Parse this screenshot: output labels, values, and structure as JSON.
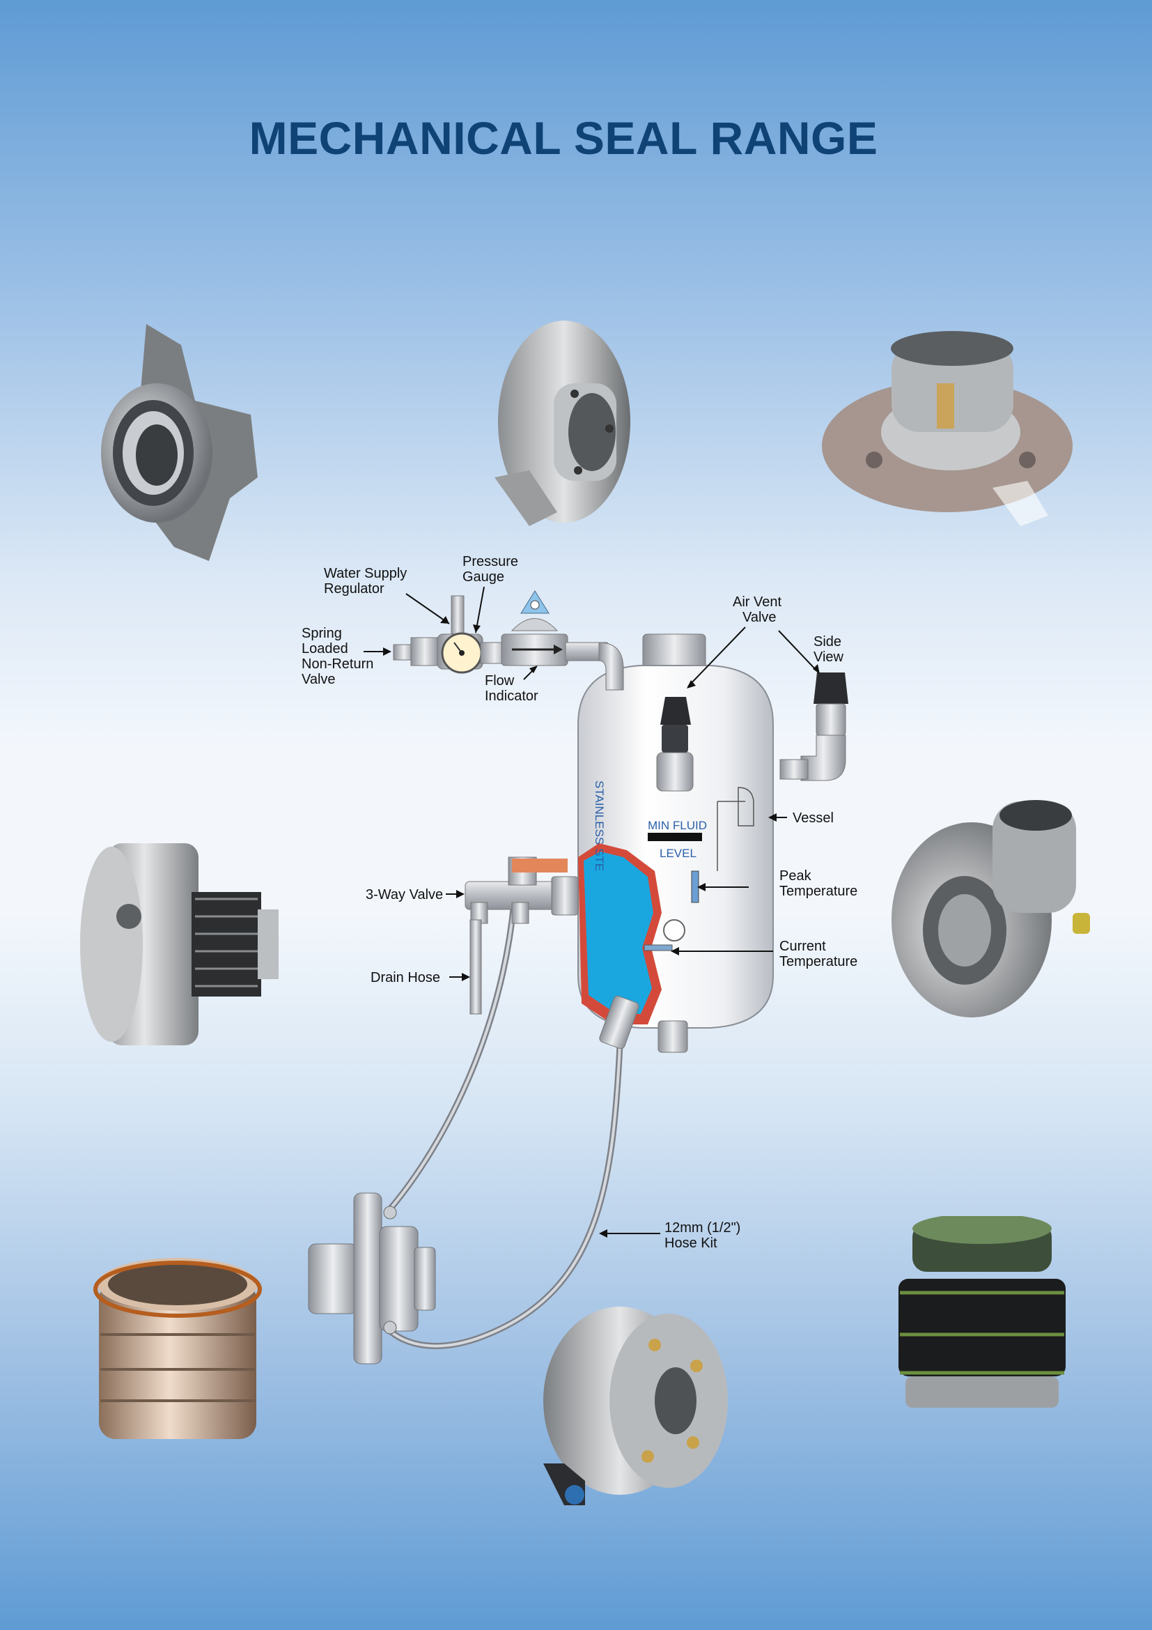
{
  "page": {
    "title": "MECHANICAL SEAL RANGE"
  },
  "diagram": {
    "labels": {
      "water_supply_regulator": [
        "Water Supply",
        "Regulator"
      ],
      "pressure_gauge": [
        "Pressure",
        "Gauge"
      ],
      "spring_loaded_valve": [
        "Spring",
        "Loaded",
        "Non-Return",
        "Valve"
      ],
      "flow_indicator": [
        "Flow",
        "Indicator"
      ],
      "air_vent_valve": [
        "Air Vent",
        "Valve"
      ],
      "side_view": [
        "Side",
        "View"
      ],
      "vessel": "Vessel",
      "peak_temperature": [
        "Peak",
        "Temperature"
      ],
      "current_temperature": [
        "Current",
        "Temperature"
      ],
      "three_way_valve": "3-Way Valve",
      "drain_hose": "Drain Hose",
      "hose_kit": [
        "12mm (1/2\")",
        "Hose Kit"
      ]
    },
    "vessel_text": {
      "stainless": "STAINLESS STE",
      "min_fluid": "MIN FLUID",
      "level": "LEVEL"
    }
  },
  "colors": {
    "title": "#0f4275",
    "fluid": "#1aa7e0",
    "vessel_wall": "#d44a3a",
    "metal": "#b8bcc2"
  }
}
